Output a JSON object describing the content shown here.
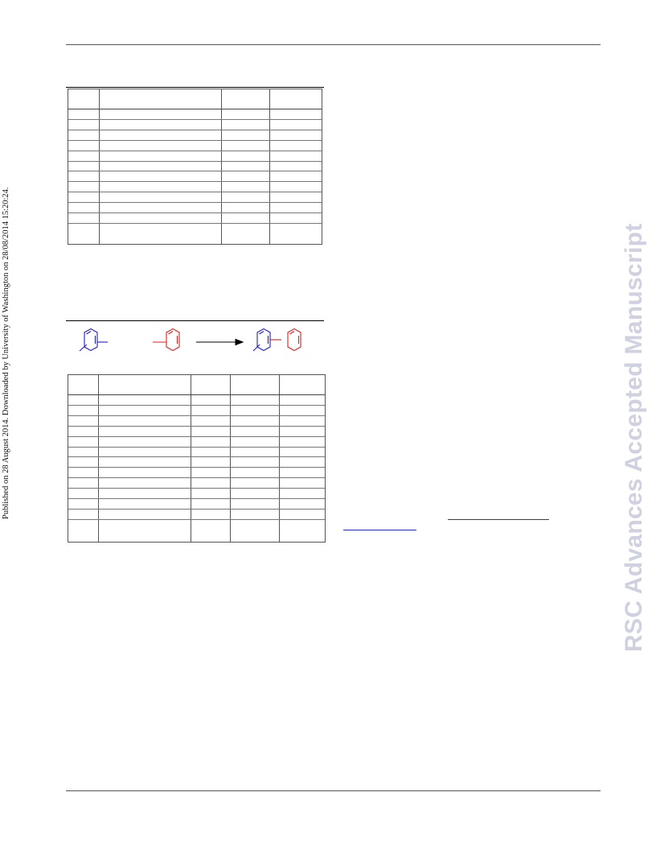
{
  "side_note": "Published on 28 August 2014. Downloaded by University of Washington on 28/08/2014 15:20:24.",
  "watermark": "RSC Advances Accepted Manuscript",
  "table1": {
    "rows": 13,
    "cols": 4
  },
  "table2": {
    "rows": 14,
    "cols": 5
  },
  "scheme": {
    "reactant1_color": "#1f1fd0",
    "reactant2_color": "#e0201a",
    "arrow_color": "#000000"
  }
}
